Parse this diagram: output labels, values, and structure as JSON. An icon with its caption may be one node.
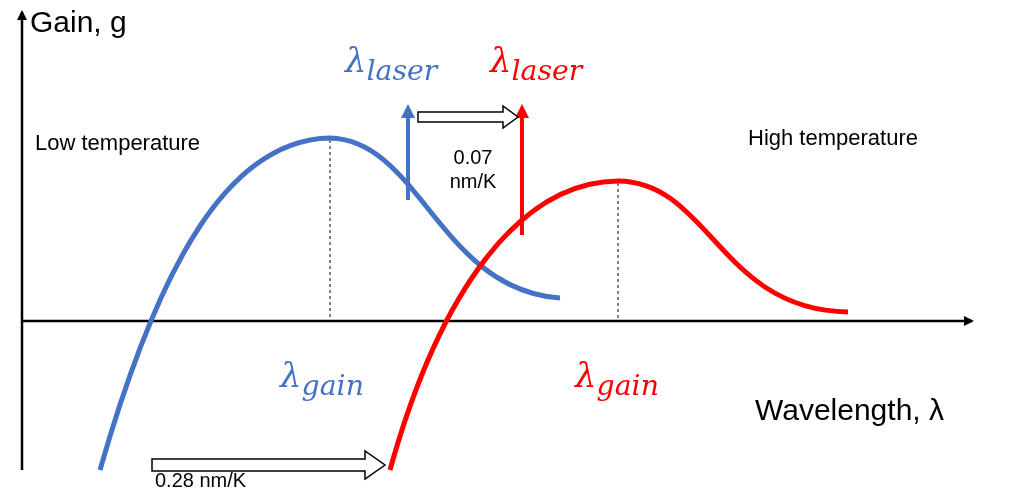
{
  "diagram": {
    "labels": [
      "Gain, g",
      "λ$_{laser}$",
      "λ$_{laser}$",
      "Low temperature",
      "0.07 nm/K",
      "High temperature",
      "λ$_{gain}$",
      "λ$_{gain}$",
      "Wavelength, λ",
      "0.28 nm/K"
    ]
  }
}
